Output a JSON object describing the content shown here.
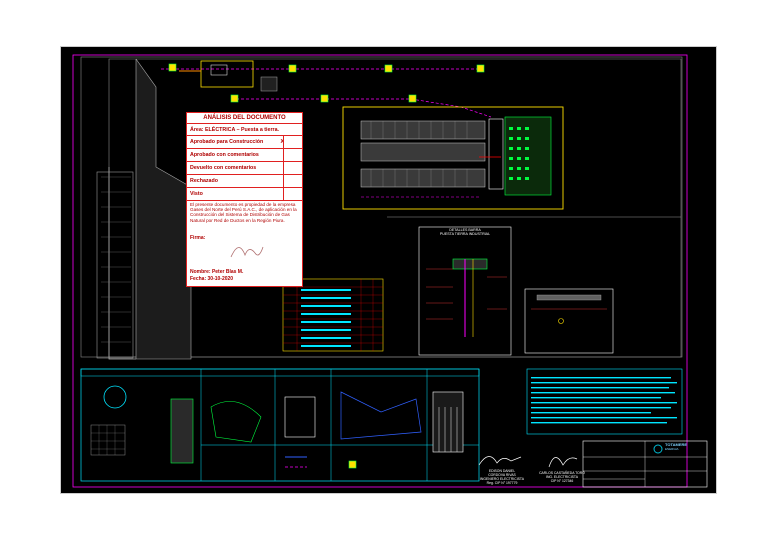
{
  "stamp": {
    "heading": "ANÁLISIS DEL DOCUMENTO",
    "area": "Área: ELÉCTRICA – Puesta a tierra.",
    "rows": [
      {
        "label": "Aprobado para Construcción",
        "mark": "X"
      },
      {
        "label": "Aprobado con comentarios",
        "mark": ""
      },
      {
        "label": "Devuelto con comentarios",
        "mark": ""
      },
      {
        "label": "Rechazado",
        "mark": ""
      },
      {
        "label": "Visto",
        "mark": ""
      }
    ],
    "note": "El presente documento es propiedad de la empresa Gases del Norte del Perú S.A.C., de aplicación en la Construcción del Sistema de Distribución de Gas Natural por Red de Ductos en la Región Piura.",
    "signature_label": "Firma:",
    "name": "Nombre: Peter Blas M.",
    "date": "Fecha: 30-10-2020"
  },
  "details": {
    "bar_title_line1": "DETALLES BARRA",
    "bar_title_line2": "PUESTA TIERRA INDUSTRIAL"
  },
  "signatures": [
    {
      "line1": "EDISON DANIEL",
      "line2": "CORDOVA RIVAS",
      "line3": "INGENIERO ELECTRICISTA",
      "line4": "Reg. CIP N° 197779"
    },
    {
      "line1": "CARLOS CASTAÑEDA TORO",
      "line2": "ING. ELECTRICISTA",
      "line3": "CIP N° 127346",
      "line4": ""
    }
  ],
  "title_block": {
    "logo_name": "TOTAMERE",
    "logo_sub": "ENERGIA"
  },
  "colors": {
    "background": "#000000",
    "red": "#e02020",
    "yellow": "#ffe000",
    "cyan": "#00e5ff",
    "magenta": "#ff00ff",
    "green": "#00ff40",
    "blue": "#3060ff",
    "white": "#ffffff",
    "gray": "#8a8a8a"
  }
}
